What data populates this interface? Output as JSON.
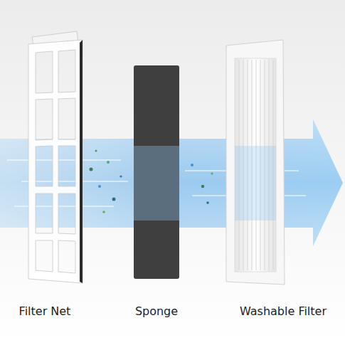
{
  "diagram": {
    "labels": [
      "Filter Net",
      "Sponge",
      "Washable Filter"
    ]
  }
}
